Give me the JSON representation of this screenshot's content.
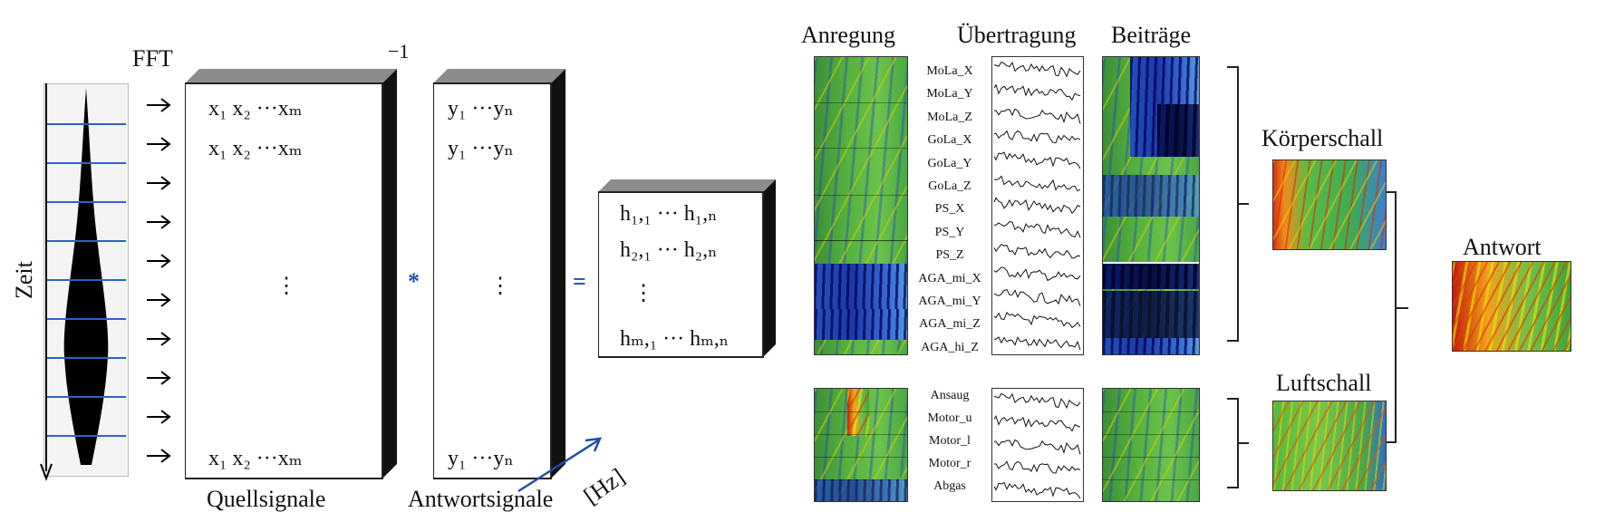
{
  "left": {
    "fft": "FFT",
    "inverse": "−1",
    "zeit": "Zeit",
    "matrix_x": {
      "row_top1": "x₁  x₂  ···xₘ",
      "row_top2": "x₁  x₂  ···xₘ",
      "vdots": "⋮",
      "row_bottom": "x₁  x₂  ···xₘ",
      "caption": "Quellsignale"
    },
    "operator_mult": "*",
    "matrix_y": {
      "row_top1": "y₁  ···yₙ",
      "row_top2": "y₁  ···yₙ",
      "vdots": "⋮",
      "row_bottom": "y₁  ···yₙ",
      "caption": "Antwortsignale"
    },
    "hz": "[Hz]",
    "operator_eq": "=",
    "matrix_h": {
      "row1": "h₁,₁  ···  h₁,ₙ",
      "row2": "h₂,₁  ···  h₂,ₙ",
      "vdots": "⋮",
      "row3": "hₘ,₁  ···  hₘ,ₙ"
    }
  },
  "right": {
    "col_anregung": "Anregung",
    "col_uebertragung": "Übertragung",
    "col_beitraege": "Beiträge",
    "structure_paths": [
      "MoLa_X",
      "MoLa_Y",
      "MoLa_Z",
      "GoLa_X",
      "GoLa_Y",
      "GoLa_Z",
      "PS_X",
      "PS_Y",
      "PS_Z",
      "AGA_mi_X",
      "AGA_mi_Y",
      "AGA_mi_Z",
      "AGA_hi_Z"
    ],
    "air_paths": [
      "Ansaug",
      "Motor_u",
      "Motor_l",
      "Motor_r",
      "Abgas"
    ],
    "koerperschall": "Körperschall",
    "luftschall": "Luftschall",
    "antwort": "Antwort"
  },
  "colors": {
    "axis_blue": "#1f4fa8",
    "operator_blue": "#1f4fa8",
    "box_top": "#8c8c8c",
    "box_side": "#111111"
  }
}
